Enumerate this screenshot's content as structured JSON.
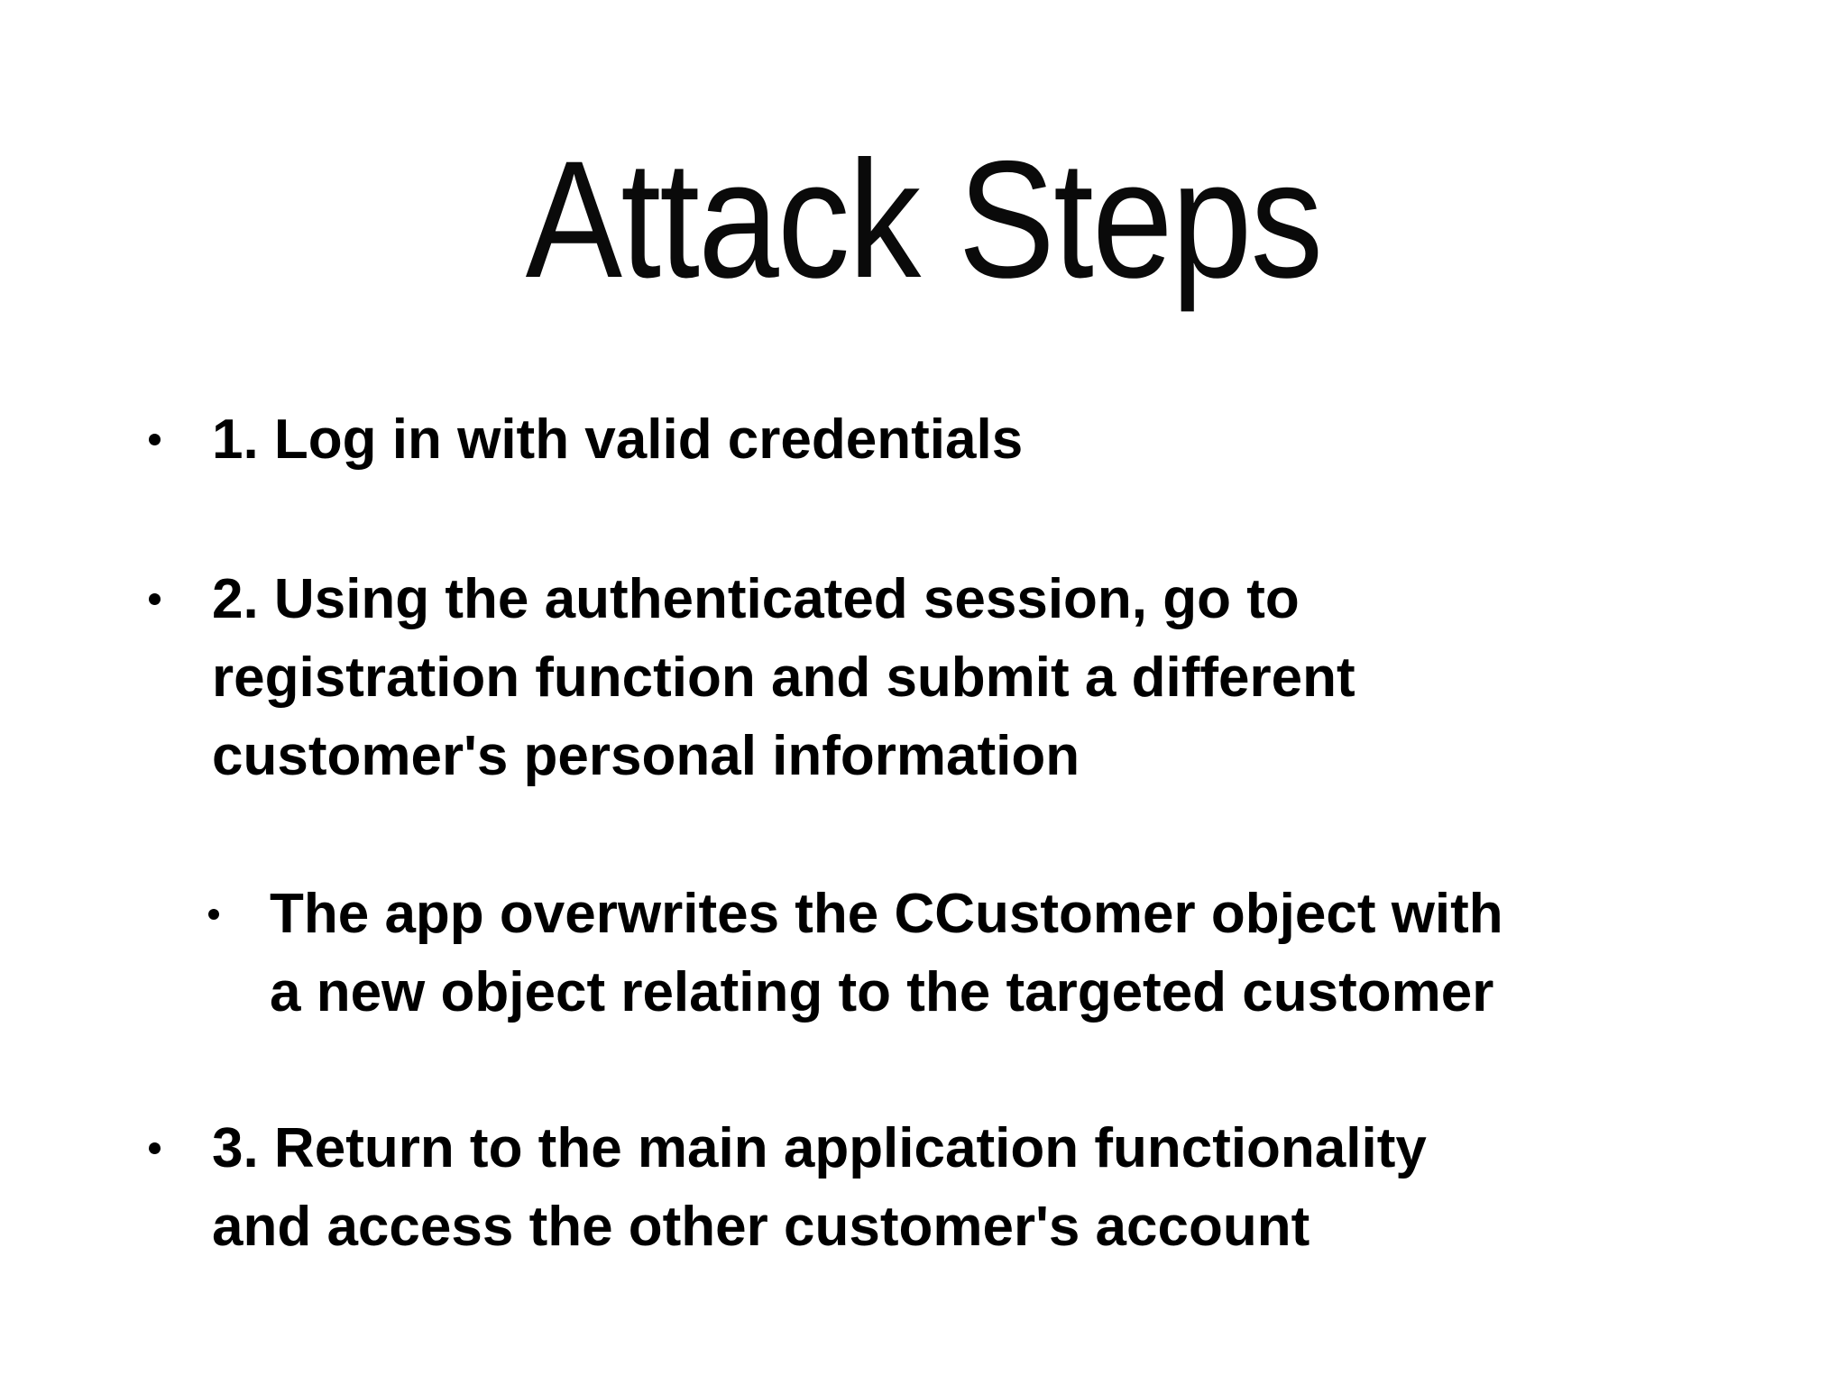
{
  "slide": {
    "title": "Attack Steps",
    "background_color": "#ffffff",
    "text_color": "#000000",
    "bullet_color": "#000000"
  },
  "bullets": [
    {
      "level": 1,
      "lines": [
        "1. Log in with valid credentials"
      ]
    },
    {
      "level": 1,
      "lines": [
        "2. Using the authenticated session, go to",
        "registration function and submit a different",
        "customer's personal information"
      ]
    },
    {
      "level": 2,
      "lines": [
        "The app overwrites the CCustomer object with",
        "a new object relating to the targeted customer"
      ]
    },
    {
      "level": 1,
      "lines": [
        "3. Return to the main application functionality",
        "and access the other customer's account"
      ]
    }
  ]
}
